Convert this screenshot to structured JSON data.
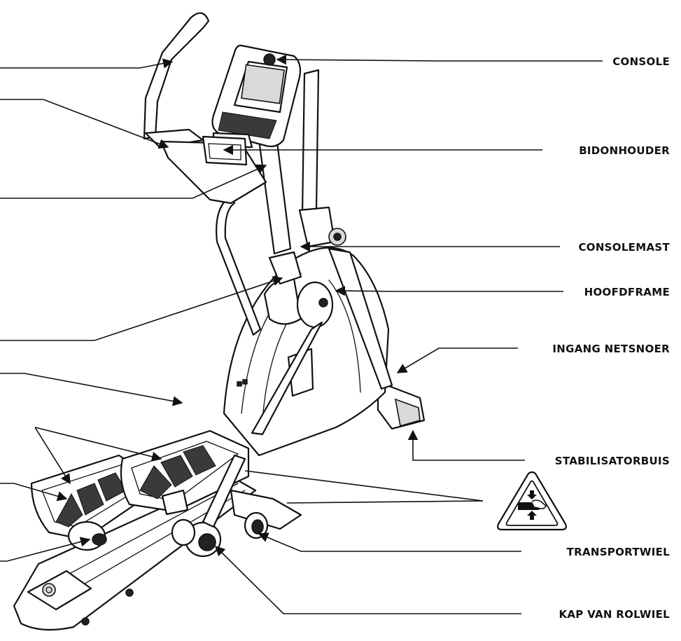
{
  "labels": {
    "console": "CONSOLE",
    "bidonhouder": "BIDONHOUDER",
    "consolemast": "CONSOLEMAST",
    "hoofdframe": "HOOFDFRAME",
    "ingang_netsnoer": "INGANG NETSNOER",
    "stabilisatorbuis": "STABILISATORBUIS",
    "transportwiel": "TRANSPORTWIEL",
    "kap_van_rolwiel": "KAP VAN ROLWIEL"
  },
  "warning_icon": "pinch-hazard-icon",
  "colors": {
    "line": "#111111",
    "tread": "#3a3a3a",
    "background": "#ffffff"
  }
}
